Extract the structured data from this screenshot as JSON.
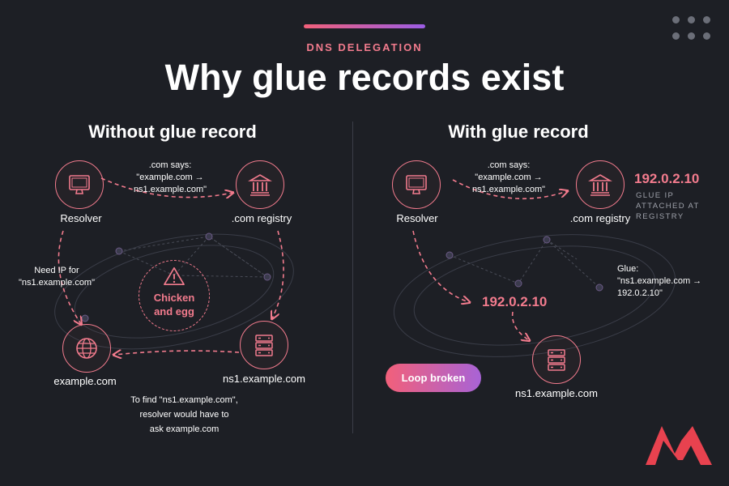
{
  "eyebrow": "DNS DELEGATION",
  "title": "Why glue records exist",
  "colors": {
    "accent": "#f27b8d",
    "background": "#1d1f25",
    "pill_start": "#f2607a",
    "pill_end": "#a863d6",
    "logo": "#e8424f"
  },
  "left": {
    "heading": "Without glue record",
    "resolver": {
      "label": "Resolver",
      "icon": "monitor-icon"
    },
    "registry": {
      "label": ".com registry",
      "icon": "bank-icon"
    },
    "example": {
      "label": "example.com",
      "icon": "globe-icon"
    },
    "ns": {
      "label": "ns1.example.com",
      "icon": "server-icon"
    },
    "com_says": [
      ".com says:",
      "\"example.com →",
      "ns1.example.com\""
    ],
    "need_ip": [
      "Need IP for",
      "\"ns1.example.com\""
    ],
    "chicken": [
      "Chicken",
      "and egg"
    ],
    "chicken_icon": "warning-icon",
    "to_find": [
      "To find \"ns1.example.com\",",
      "resolver would have to",
      "ask example.com"
    ]
  },
  "right": {
    "heading": "With glue record",
    "resolver": {
      "label": "Resolver",
      "icon": "monitor-icon"
    },
    "registry": {
      "label": ".com registry",
      "icon": "bank-icon"
    },
    "ns": {
      "label": "ns1.example.com",
      "icon": "server-icon"
    },
    "com_says": [
      ".com says:",
      "\"example.com →",
      "ns1.example.com\""
    ],
    "registry_ip": "192.0.2.10",
    "glue_ip_note": [
      "GLUE IP",
      "ATTACHED AT",
      "REGISTRY"
    ],
    "mid_ip": "192.0.2.10",
    "glue": [
      "Glue:",
      "\"ns1.example.com →",
      "192.0.2.10\""
    ],
    "pill": "Loop broken"
  }
}
